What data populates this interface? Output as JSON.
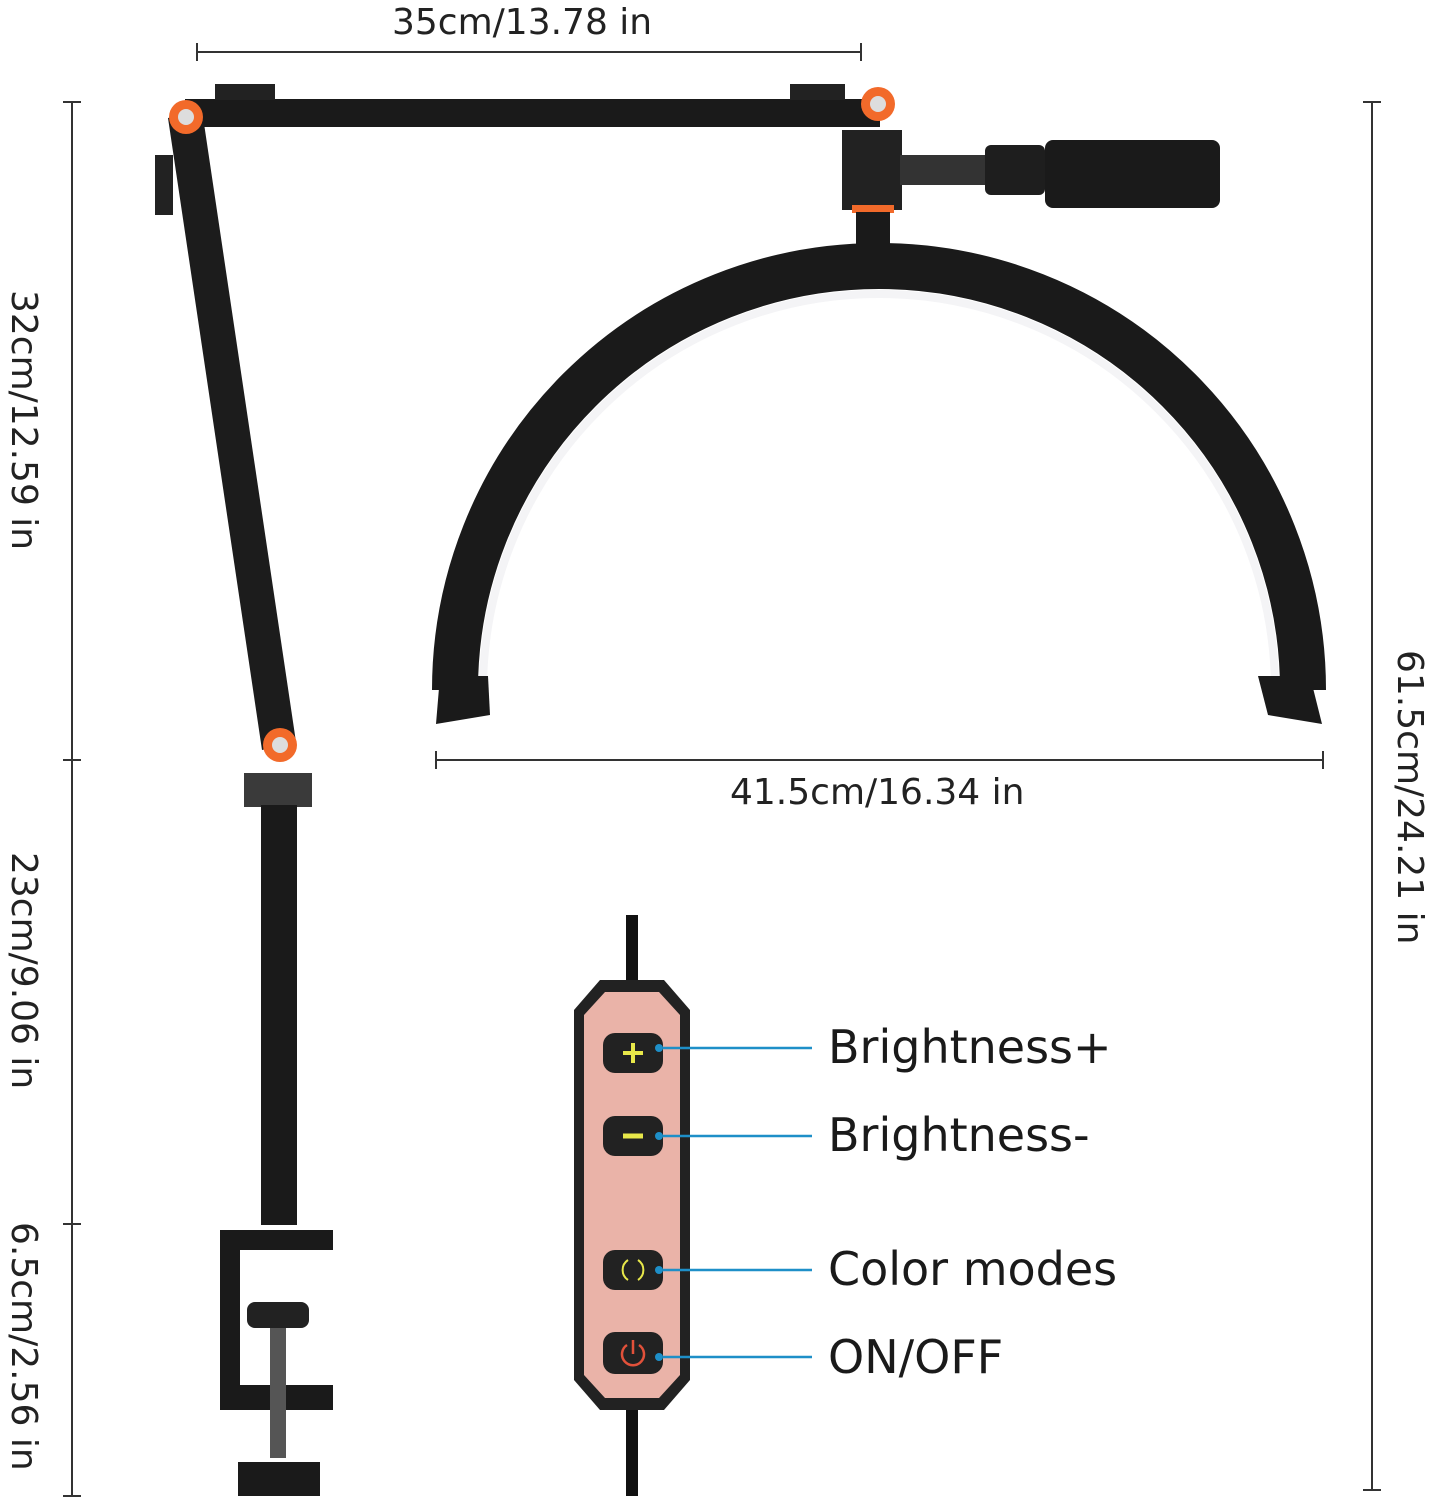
{
  "dimensions": {
    "top_width": "35cm/13.78 in",
    "arm_height": "32cm/12.59 in",
    "pole_height": "23cm/9.06 in",
    "clamp_height": "6.5cm/2.56 in",
    "ring_width": "41.5cm/16.34 in",
    "total_height": "61.5cm/24.21 in"
  },
  "controller": {
    "buttons": [
      {
        "label": "Brightness+",
        "icon": "plus-icon"
      },
      {
        "label": "Brightness-",
        "icon": "minus-icon"
      },
      {
        "label": "Color modes",
        "icon": "color-mode-icon"
      },
      {
        "label": "ON/OFF",
        "icon": "power-icon"
      }
    ]
  },
  "colors": {
    "accent_orange": "#f26a2a",
    "controller_pink": "#eab3a8",
    "leader_blue": "#1e8fc8",
    "icon_yellow": "#e8e84a",
    "power_red": "#e2513a"
  }
}
